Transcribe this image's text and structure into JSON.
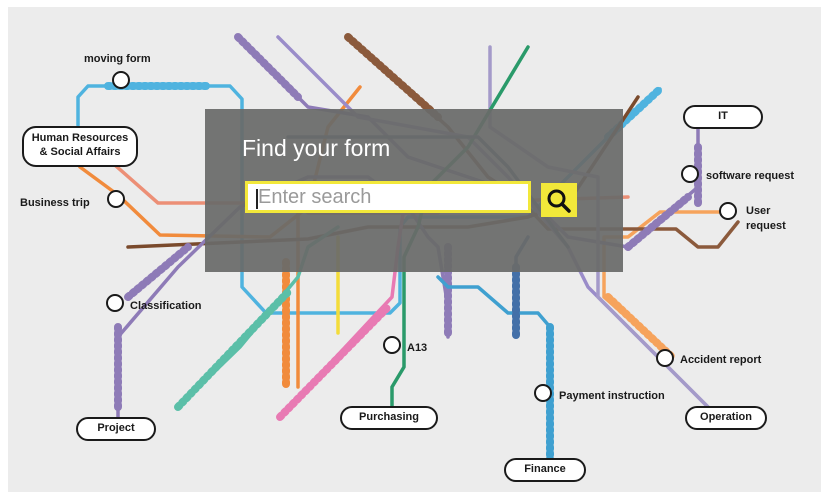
{
  "page": {
    "heading": "Find your form"
  },
  "search": {
    "placeholder": "Enter search",
    "button_icon": "search-icon"
  },
  "colors": {
    "accent_yellow": "#f2e83a",
    "overlay_gray": "#6a6c6a",
    "background": "#ececec"
  },
  "terminals": {
    "human_resources": "Human Resources\n& Social Affairs",
    "it": "IT",
    "project": "Project",
    "purchasing": "Purchasing",
    "finance": "Finance",
    "operation": "Operation"
  },
  "stations": {
    "moving_form": "moving form",
    "business_trip": "Business trip",
    "classification": "Classification",
    "a13": "A13",
    "payment_instruction": "Payment instruction",
    "accident_report": "Accident report",
    "software_request": "software request",
    "user_request": "User\nrequest"
  }
}
